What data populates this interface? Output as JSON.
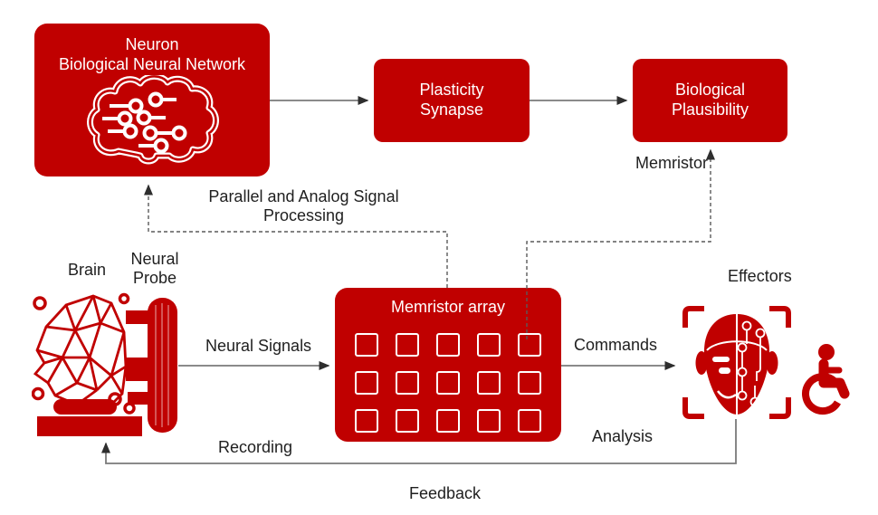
{
  "colors": {
    "red": "#c00000",
    "solid_line": "#7a7a7a",
    "dashed_line": "#5a5a5a",
    "arrowhead": "#2e2e2e",
    "text": "#1f1f1f",
    "box_text": "#ffffff",
    "background": "#ffffff"
  },
  "boxes": {
    "neuron": {
      "title": "Neuron\nBiological Neural Network",
      "icon": "brain-circuit-icon"
    },
    "plasticity": {
      "title": "Plasticity\nSynapse"
    },
    "plausibility": {
      "title": "Biological\nPlausibility"
    },
    "memristor": {
      "title": "Memristor array",
      "grid": {
        "rows": 3,
        "cols": 5
      }
    }
  },
  "labels": {
    "brain": "Brain",
    "neural_probe": "Neural\nProbe",
    "parallel_processing": "Parallel and Analog Signal\nProcessing",
    "memristor": "Memristor",
    "neural_signals": "Neural Signals",
    "commands": "Commands",
    "recording": "Recording",
    "analysis": "Analysis",
    "feedback": "Feedback",
    "effectors": "Effectors"
  },
  "icons": {
    "neuron_box_icon": "brain-circuit-icon",
    "left_icon": "brain-with-neural-probe-icon",
    "right_icon": "effector-face-circuit-icon",
    "accessibility_icon": "wheelchair-icon"
  },
  "connectors": {
    "neuron_to_plasticity": "solid-arrow",
    "plasticity_to_plausibility": "solid-arrow",
    "probe_to_memristor": "solid-arrow (Neural Signals)",
    "memristor_to_effectors": "solid-arrow (Commands)",
    "effectors_to_brain": "solid-elbow-arrow (Feedback / Recording / Analysis)",
    "memristor_to_neuron": "dashed-elbow-arrow (Parallel and Analog Signal Processing)",
    "memristor_to_plausibility": "dashed-elbow-arrow (Memristor)"
  }
}
